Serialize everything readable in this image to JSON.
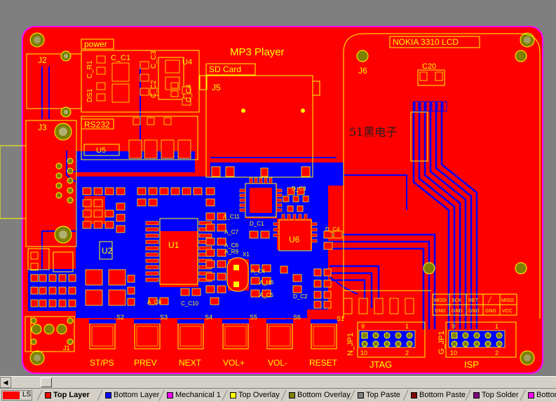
{
  "board": {
    "title": "MP3 Player",
    "watermark": "51黑电子",
    "groups": {
      "power": "power",
      "sd_card": "SD Card",
      "rs232": "RS232",
      "lcd": "NOKIA 3310 LCD",
      "jtag": "JTAG",
      "isp": "ISP"
    },
    "designators": {
      "j1": "J1",
      "j2": "J2",
      "j3": "J3",
      "j5": "J5",
      "j6": "J6",
      "u1": "U1",
      "u2": "U2",
      "u4": "U4",
      "u5": "U5",
      "u6": "U6",
      "c20": "C20",
      "x1": "X1",
      "ds1": "DS1",
      "r1": "C_R1",
      "c1": "C_C1",
      "c3": "C_C3",
      "c2": "C_C2",
      "c4": "C_C4",
      "njp1": "N_JP1",
      "gjp1": "G_JP1",
      "s1": "S1",
      "s2": "S2",
      "s3": "S3",
      "s4": "S4",
      "s5": "S5",
      "s6": "S6",
      "ac4": "A_C4",
      "ah6": "A_H6",
      "ac5": "A_C5",
      "dc1": "D_C1",
      "dc2": "D_C2",
      "dc3": "D_C3",
      "dc4": "D_C4",
      "ac6": "A_C6",
      "ac7": "A_C7",
      "ar9": "A_R9",
      "ac8": "A_C8",
      "ac10": "C_C10",
      "ac11": "A_C11"
    },
    "buttons": [
      "ST/PS",
      "PREV",
      "NEXT",
      "VOL+",
      "VOL-",
      "RESET"
    ],
    "jtag_pins": {
      "left_top": "9",
      "right_top": "1",
      "left_bottom": "10",
      "right_bottom": "2"
    },
    "isp_pins": {
      "left_top": "9",
      "right_top": "1",
      "left_bottom": "10",
      "right_bottom": "2"
    },
    "isp_labels_top": [
      "MOSI",
      "SCK",
      "RET",
      "╱",
      "MISO"
    ],
    "isp_labels_bottom": [
      "GND",
      "GND",
      "GND",
      "GND",
      "VCC"
    ]
  },
  "layer_bar": {
    "current": "LS",
    "current_color": "#ff0000",
    "tabs": [
      {
        "label": "Top Layer",
        "color": "#ff0000"
      },
      {
        "label": "Bottom Layer",
        "color": "#0000ff"
      },
      {
        "label": "Mechanical 1",
        "color": "#ff00ff"
      },
      {
        "label": "Top Overlay",
        "color": "#ffff00"
      },
      {
        "label": "Bottom Overlay",
        "color": "#808000"
      },
      {
        "label": "Top Paste",
        "color": "#808080"
      },
      {
        "label": "Bottom Paste",
        "color": "#800000"
      },
      {
        "label": "Top Solder",
        "color": "#800080"
      },
      {
        "label": "Bottom Solder",
        "color": "#ff00ff"
      }
    ]
  }
}
